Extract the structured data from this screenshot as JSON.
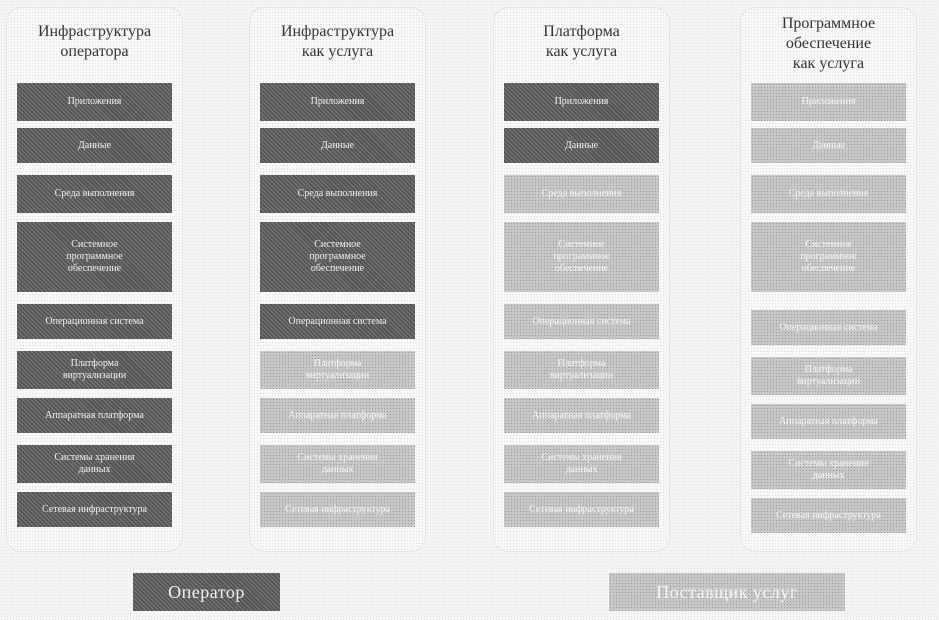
{
  "columns": [
    {
      "title": "Инфраструктура\nоператора",
      "layers": [
        {
          "label": "Приложения",
          "owner": "operator"
        },
        {
          "label": "Данные",
          "owner": "operator"
        },
        {
          "label": "Среда выполнения",
          "owner": "operator"
        },
        {
          "label": "Системное\nпрограммное\nобеспечение",
          "owner": "operator"
        },
        {
          "label": "Операционная система",
          "owner": "operator"
        },
        {
          "label": "Платформа\nвиртуализации",
          "owner": "operator"
        },
        {
          "label": "Аппаратная платформа",
          "owner": "operator"
        },
        {
          "label": "Системы хранения\nданных",
          "owner": "operator"
        },
        {
          "label": "Сетевая инфраструктура",
          "owner": "operator"
        }
      ]
    },
    {
      "title": "Инфраструктура\nкак услуга",
      "layers": [
        {
          "label": "Приложения",
          "owner": "operator"
        },
        {
          "label": "Данные",
          "owner": "operator"
        },
        {
          "label": "Среда выполнения",
          "owner": "operator"
        },
        {
          "label": "Системное\nпрограммное\nобеспечение",
          "owner": "operator"
        },
        {
          "label": "Операционная система",
          "owner": "operator"
        },
        {
          "label": "Платформа\nвиртуализации",
          "owner": "provider"
        },
        {
          "label": "Аппаратная платформа",
          "owner": "provider"
        },
        {
          "label": "Системы хранения\nданных",
          "owner": "provider"
        },
        {
          "label": "Сетевая инфраструктура",
          "owner": "provider"
        }
      ]
    },
    {
      "title": "Платформа\nкак услуга",
      "layers": [
        {
          "label": "Приложения",
          "owner": "operator"
        },
        {
          "label": "Данные",
          "owner": "operator"
        },
        {
          "label": "Среда выполнения",
          "owner": "provider"
        },
        {
          "label": "Системное\nпрограммное\nобеспечение",
          "owner": "provider"
        },
        {
          "label": "Операционная система",
          "owner": "provider"
        },
        {
          "label": "Платформа\nвиртуализации",
          "owner": "provider"
        },
        {
          "label": "Аппаратная платформа",
          "owner": "provider"
        },
        {
          "label": "Системы хранения\nданных",
          "owner": "provider"
        },
        {
          "label": "Сетевая инфраструктура",
          "owner": "provider"
        }
      ]
    },
    {
      "title": "Программное\nобеспечение\nкак услуга",
      "layers": [
        {
          "label": "Приложения",
          "owner": "provider"
        },
        {
          "label": "Данные",
          "owner": "provider"
        },
        {
          "label": "Среда выполнения",
          "owner": "provider"
        },
        {
          "label": "Системное\nпрограммное\nобеспечение",
          "owner": "provider"
        },
        {
          "label": "Операционная система",
          "owner": "provider"
        },
        {
          "label": "Платформа\nвиртуализации",
          "owner": "provider"
        },
        {
          "label": "Аппаратная платформа",
          "owner": "provider"
        },
        {
          "label": "Системы хранения\nданных",
          "owner": "provider"
        },
        {
          "label": "Сетевая инфраструктура",
          "owner": "provider"
        }
      ]
    }
  ],
  "legend": {
    "operator_label": "Оператор",
    "provider_label": "Поставщик услуг"
  },
  "colors": {
    "operator": "#555555",
    "provider": "#c8c8c8"
  }
}
